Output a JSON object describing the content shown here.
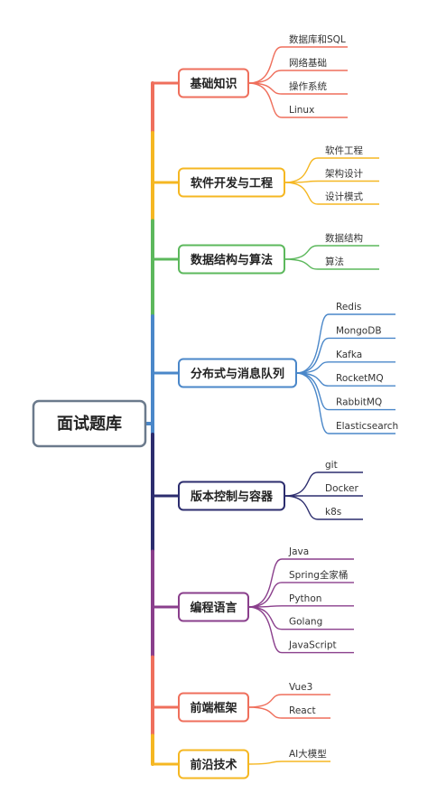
{
  "root": {
    "label": "面试题库",
    "border_color": "#6b7a8c"
  },
  "branches": [
    {
      "label": "基础知识",
      "color": "#ef6f5c",
      "leaves": [
        "数据库和SQL",
        "网络基础",
        "操作系统",
        "Linux"
      ]
    },
    {
      "label": "软件开发与工程",
      "color": "#f5b722",
      "leaves": [
        "软件工程",
        "架构设计",
        "设计模式"
      ]
    },
    {
      "label": "数据结构与算法",
      "color": "#5cb85c",
      "leaves": [
        "数据结构",
        "算法"
      ]
    },
    {
      "label": "分布式与消息队列",
      "color": "#4a87c9",
      "leaves": [
        "Redis",
        "MongoDB",
        "Kafka",
        "RocketMQ",
        "RabbitMQ",
        "Elasticsearch"
      ]
    },
    {
      "label": "版本控制与容器",
      "color": "#2c2d6e",
      "leaves": [
        "git",
        "Docker",
        "k8s"
      ]
    },
    {
      "label": "编程语言",
      "color": "#8a3f8c",
      "leaves": [
        "Java",
        "Spring全家桶",
        "Python",
        "Golang",
        "JavaScript"
      ]
    },
    {
      "label": "前端框架",
      "color": "#ef6f5c",
      "leaves": [
        "Vue3",
        "React"
      ]
    },
    {
      "label": "前沿技术",
      "color": "#f5b722",
      "leaves": [
        "AI大模型"
      ]
    }
  ]
}
